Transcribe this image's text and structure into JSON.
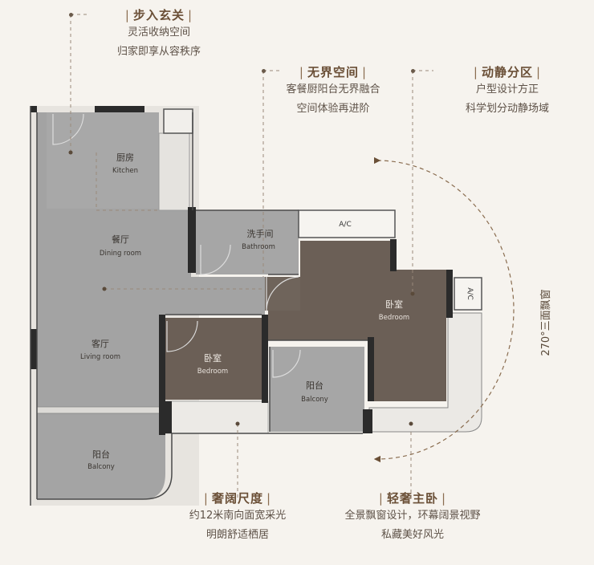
{
  "callouts": {
    "entry": {
      "title": "步入玄关",
      "lines": [
        "灵活收纳空间",
        "归家即享从容秩序"
      ]
    },
    "open": {
      "title": "无界空间",
      "lines": [
        "客餐厨阳台无界融合",
        "空间体验再进阶"
      ]
    },
    "zoning": {
      "title": "动静分区",
      "lines": [
        "户型设计方正",
        "科学划分动静场域"
      ]
    },
    "scale": {
      "title": "奢阔尺度",
      "lines": [
        "约12米南向面宽采光",
        "明朗舒适栖居"
      ]
    },
    "master": {
      "title": "轻奢主卧",
      "lines": [
        "全景飘窗设计，环幕阔景视野",
        "私藏美好风光"
      ]
    }
  },
  "rooms": {
    "kitchen": {
      "cn": "厨房",
      "en": "Kitchen"
    },
    "dining": {
      "cn": "餐厅",
      "en": "Dining room"
    },
    "living": {
      "cn": "客厅",
      "en": "Living room"
    },
    "bathroom": {
      "cn": "洗手间",
      "en": "Bathroom"
    },
    "bedroom2": {
      "cn": "卧室",
      "en": "Bedroom"
    },
    "master": {
      "cn": "卧室",
      "en": "Bedroom"
    },
    "balcony_s": {
      "cn": "阳台",
      "en": "Balcony"
    },
    "balcony_m": {
      "cn": "阳台",
      "en": "Balcony"
    }
  },
  "ac_labels": {
    "top": "A/C",
    "right": "A/C"
  },
  "arc_label": "270°三面飘窗",
  "colors": {
    "floor_grey": "#a3a3a3",
    "wood": "#6b5f56",
    "wall": "#2b2b2b",
    "accent": "#6a4f36",
    "background": "#f6f3ee"
  }
}
